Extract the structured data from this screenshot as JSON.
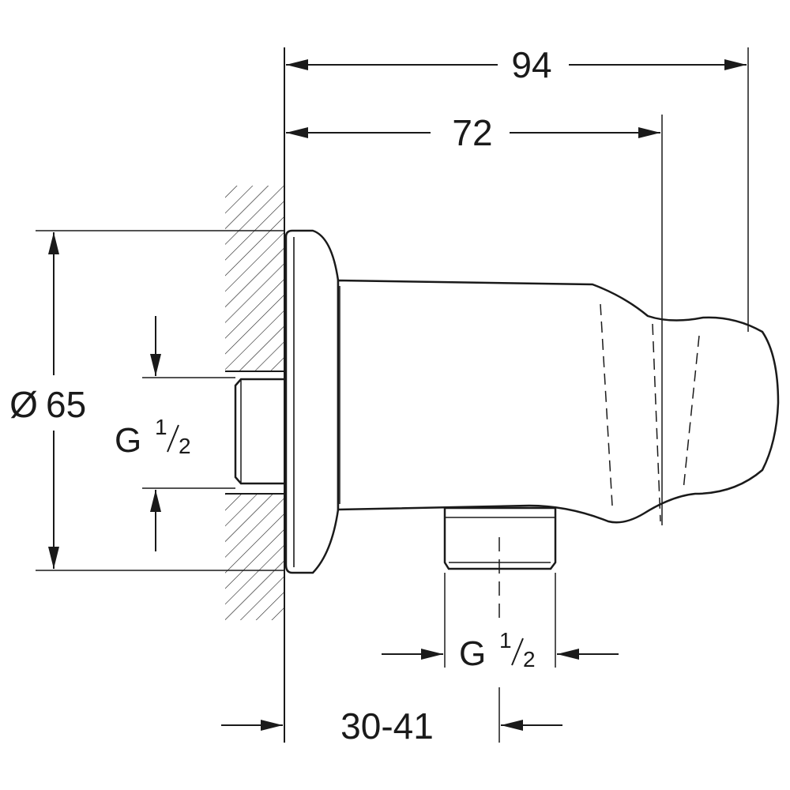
{
  "drawing": {
    "dimensions": {
      "overall_length": "94",
      "length_to_holder": "72",
      "flange_diameter_symbol": "Ø",
      "flange_diameter": "65",
      "inlet_thread_letter": "G",
      "inlet_thread_num": "1",
      "inlet_thread_den": "2",
      "outlet_thread_letter": "G",
      "outlet_thread_num": "1",
      "outlet_thread_den": "2",
      "wall_depth_range": "30-41"
    },
    "colors": {
      "line": "#1a1a1a",
      "background": "#ffffff"
    }
  }
}
